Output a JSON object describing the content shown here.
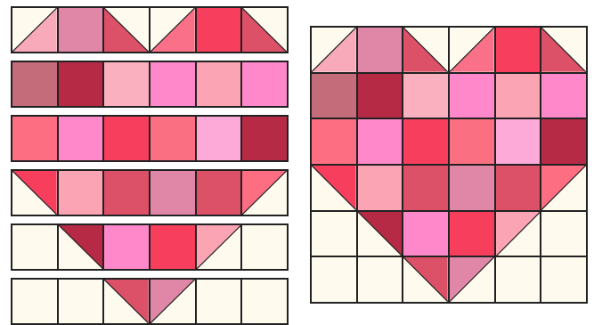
{
  "colors": {
    "background": "#fefaee",
    "seam": "#222222"
  },
  "strips": [
    {
      "cells": [
        {
          "type": "tri",
          "color": "#f8aabb",
          "fill": "br"
        },
        {
          "type": "solid",
          "color": "#e087a7"
        },
        {
          "type": "tri",
          "color": "#dc5068",
          "fill": "bl"
        },
        {
          "type": "tri",
          "color": "#f97088",
          "fill": "br"
        },
        {
          "type": "solid",
          "color": "#f73f5d"
        },
        {
          "type": "tri",
          "color": "#dc5068",
          "fill": "bl"
        }
      ]
    },
    {
      "cells": [
        {
          "type": "solid",
          "color": "#c56c7b"
        },
        {
          "type": "solid",
          "color": "#b62a45"
        },
        {
          "type": "solid",
          "color": "#fbb0c0"
        },
        {
          "type": "solid",
          "color": "#fe88ca"
        },
        {
          "type": "solid",
          "color": "#fba4b4"
        },
        {
          "type": "solid",
          "color": "#fe88ca"
        }
      ]
    },
    {
      "cells": [
        {
          "type": "solid",
          "color": "#fe6e82"
        },
        {
          "type": "solid",
          "color": "#fe88ca"
        },
        {
          "type": "solid",
          "color": "#f73f5d"
        },
        {
          "type": "solid",
          "color": "#fb6f82"
        },
        {
          "type": "solid",
          "color": "#feaad8"
        },
        {
          "type": "solid",
          "color": "#b62a45"
        }
      ]
    },
    {
      "cells": [
        {
          "type": "tri",
          "color": "#f73f5d",
          "fill": "tr"
        },
        {
          "type": "solid",
          "color": "#fba4b4"
        },
        {
          "type": "solid",
          "color": "#dc5068"
        },
        {
          "type": "solid",
          "color": "#e087a7"
        },
        {
          "type": "solid",
          "color": "#dc5068"
        },
        {
          "type": "tri",
          "color": "#fe6e82",
          "fill": "tl"
        }
      ]
    },
    {
      "cells": [
        {
          "type": "empty"
        },
        {
          "type": "tri",
          "color": "#b62a45",
          "fill": "tr"
        },
        {
          "type": "solid",
          "color": "#fe88ca"
        },
        {
          "type": "solid",
          "color": "#f73f5d"
        },
        {
          "type": "tri",
          "color": "#fba4b4",
          "fill": "tl"
        },
        {
          "type": "empty"
        }
      ]
    },
    {
      "cells": [
        {
          "type": "empty"
        },
        {
          "type": "empty"
        },
        {
          "type": "tri",
          "color": "#dc5068",
          "fill": "tr"
        },
        {
          "type": "tri",
          "color": "#e087a7",
          "fill": "tl"
        },
        {
          "type": "empty"
        },
        {
          "type": "empty"
        }
      ]
    }
  ]
}
